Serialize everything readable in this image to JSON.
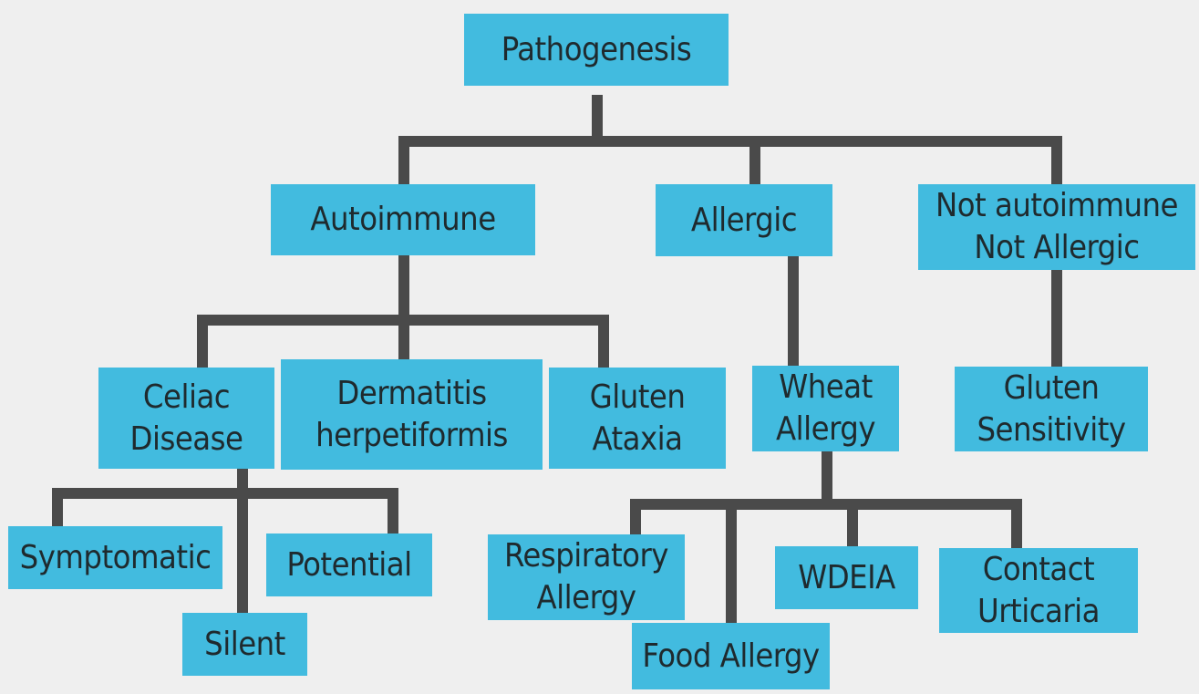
{
  "colors": {
    "background": "#efefef",
    "node_fill": "#42bbdf",
    "node_text": "#1f2a2e",
    "connector": "#4a4a4a"
  },
  "nodes": {
    "pathogenesis": {
      "lines": [
        "Pathogenesis"
      ]
    },
    "autoimmune": {
      "lines": [
        "Autoimmune"
      ]
    },
    "allergic": {
      "lines": [
        "Allergic"
      ]
    },
    "not_autoimmune": {
      "lines": [
        "Not autoimmune",
        "Not Allergic"
      ]
    },
    "celiac": {
      "lines": [
        "Celiac",
        "Disease"
      ]
    },
    "dermatitis": {
      "lines": [
        "Dermatitis",
        "herpetiformis"
      ]
    },
    "ataxia": {
      "lines": [
        "Gluten",
        "Ataxia"
      ]
    },
    "wheat": {
      "lines": [
        "Wheat",
        "Allergy"
      ]
    },
    "sensitivity": {
      "lines": [
        "Gluten",
        "Sensitivity"
      ]
    },
    "symptomatic": {
      "lines": [
        "Symptomatic"
      ]
    },
    "silent": {
      "lines": [
        "Silent"
      ]
    },
    "potential": {
      "lines": [
        "Potential"
      ]
    },
    "respiratory": {
      "lines": [
        "Respiratory",
        "Allergy"
      ]
    },
    "food": {
      "lines": [
        "Food Allergy"
      ]
    },
    "wdeia": {
      "lines": [
        "WDEIA"
      ]
    },
    "contact": {
      "lines": [
        "Contact",
        "Urticaria"
      ]
    }
  }
}
